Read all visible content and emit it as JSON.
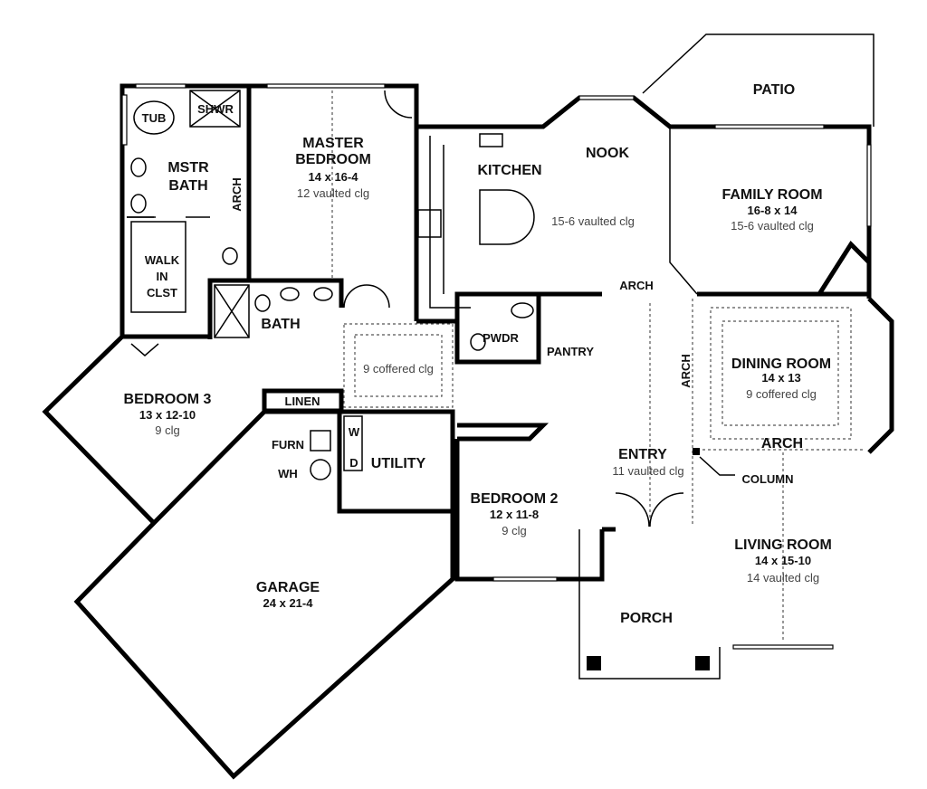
{
  "rooms": {
    "patio": {
      "name": "PATIO"
    },
    "master_bedroom": {
      "name_line1": "MASTER",
      "name_line2": "BEDROOM",
      "dims": "14 x 16-4",
      "ceiling": "12 vaulted clg"
    },
    "master_bath": {
      "name_line1": "MSTR",
      "name_line2": "BATH"
    },
    "tub": {
      "name": "TUB"
    },
    "shower": {
      "name": "SHWR"
    },
    "walk_in_closet": {
      "line1": "WALK",
      "line2": "IN",
      "line3": "CLST"
    },
    "kitchen": {
      "name": "KITCHEN",
      "ceiling": "15-6 vaulted clg"
    },
    "nook": {
      "name": "NOOK"
    },
    "family_room": {
      "name": "FAMILY ROOM",
      "dims": "16-8 x 14",
      "ceiling": "15-6 vaulted clg"
    },
    "bath": {
      "name": "BATH"
    },
    "hall": {
      "ceiling": "9 coffered clg"
    },
    "powder": {
      "name": "PWDR"
    },
    "pantry": {
      "name": "PANTRY"
    },
    "dining_room": {
      "name": "DINING ROOM",
      "dims": "14 x 13",
      "ceiling": "9 coffered clg"
    },
    "bedroom3": {
      "name": "BEDROOM 3",
      "dims": "13 x 12-10",
      "ceiling": "9 clg"
    },
    "linen": {
      "name": "LINEN"
    },
    "utility": {
      "name": "UTILITY",
      "washer": "W",
      "dryer": "D",
      "furnace": "FURN",
      "water_heater": "WH"
    },
    "entry": {
      "name": "ENTRY",
      "ceiling": "11 vaulted clg"
    },
    "bedroom2": {
      "name": "BEDROOM 2",
      "dims": "12 x 11-8",
      "ceiling": "9 clg"
    },
    "living_room": {
      "name": "LIVING ROOM",
      "dims": "14 x 15-10",
      "ceiling": "14 vaulted clg"
    },
    "garage": {
      "name": "GARAGE",
      "dims": "24 x 21-4"
    },
    "porch": {
      "name": "PORCH"
    }
  },
  "annotations": {
    "arch_master_bath": "ARCH",
    "arch_kitchen": "ARCH",
    "arch_entry": "ARCH",
    "arch_dining": "ARCH",
    "column": "COLUMN"
  }
}
